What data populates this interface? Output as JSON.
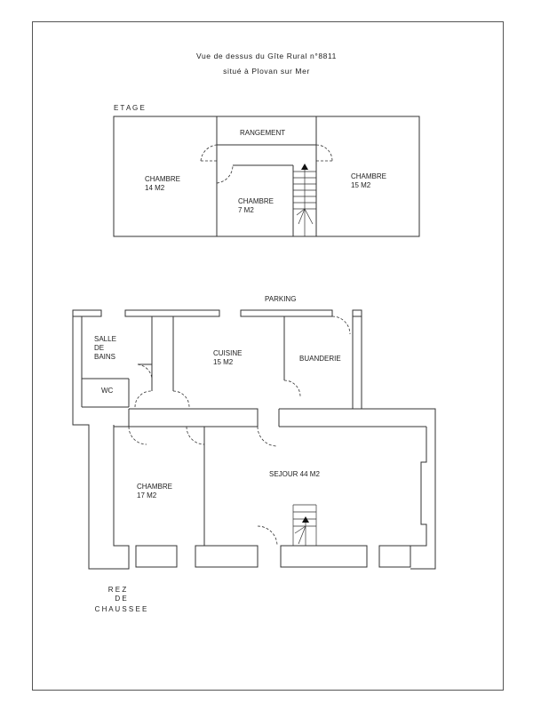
{
  "title": {
    "line1": "Vue de dessus du Gîte Rural n°8811",
    "line2": "situé à Plovan sur Mer"
  },
  "upper_floor": {
    "label": "E T A G E",
    "rooms": {
      "rangement": "RANGEMENT",
      "chambre_left_name": "CHAMBRE",
      "chambre_left_area": "14  M2",
      "chambre_mid_name": "CHAMBRE",
      "chambre_mid_area": "7  M2",
      "chambre_right_name": "CHAMBRE",
      "chambre_right_area": "15  M2"
    }
  },
  "ground_floor": {
    "label_line1": "R E Z",
    "label_line2": "D E",
    "label_line3": "C H A U S S E E",
    "parking": "PARKING",
    "rooms": {
      "salle_line1": "SALLE",
      "salle_line2": "DE",
      "salle_line3": "BAINS",
      "wc": "WC",
      "cuisine_name": "CUISINE",
      "cuisine_area": "15  M2",
      "buanderie": "BUANDERIE",
      "sejour": "SEJOUR  44  M2",
      "chambre_name": "CHAMBRE",
      "chambre_area": "17  M2"
    }
  },
  "colors": {
    "line": "#333333",
    "text": "#222222",
    "background": "#ffffff"
  }
}
